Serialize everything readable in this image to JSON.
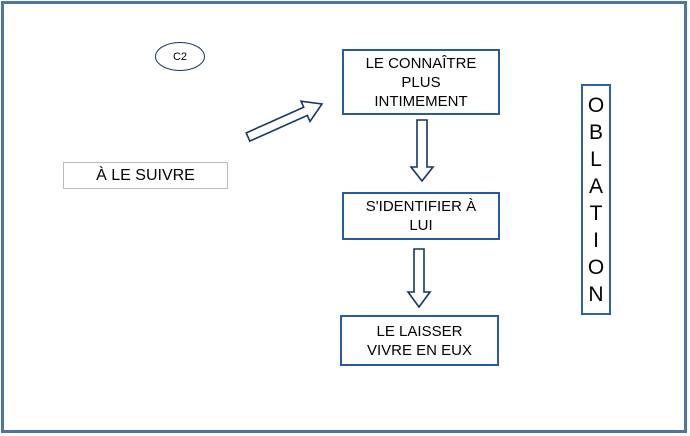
{
  "diagram": {
    "c2_label": "C2",
    "suivre": {
      "label": "À LE SUIVRE"
    },
    "connaitre": {
      "text": "LE CONNAÎTRE PLUS INTIMEMENT",
      "lines": [
        "LE CONNAÎTRE",
        "PLUS",
        "INTIMEMENT"
      ]
    },
    "identifier": {
      "text": "S'IDENTIFIER À LUI",
      "lines": [
        "S'IDENTIFIER À",
        "LUI"
      ]
    },
    "laisser": {
      "text": "LE LAISSER VIVRE EN EUX",
      "lines": [
        "LE LAISSER",
        "VIVRE EN EUX"
      ]
    },
    "oblation": {
      "word": "OBLATION",
      "letters": [
        "O",
        "B",
        "L",
        "A",
        "T",
        "I",
        "O",
        "N"
      ]
    }
  },
  "colors": {
    "outer_border": "#4e76a3",
    "flow_box_border": "#2a5b9b",
    "oblation_border": "#2e62a1",
    "suivre_border": "#b3bcc4",
    "shape_outline": "#17365d",
    "arrow_fill": "#ffffff",
    "text": "#000000",
    "background": "#ffffff"
  }
}
